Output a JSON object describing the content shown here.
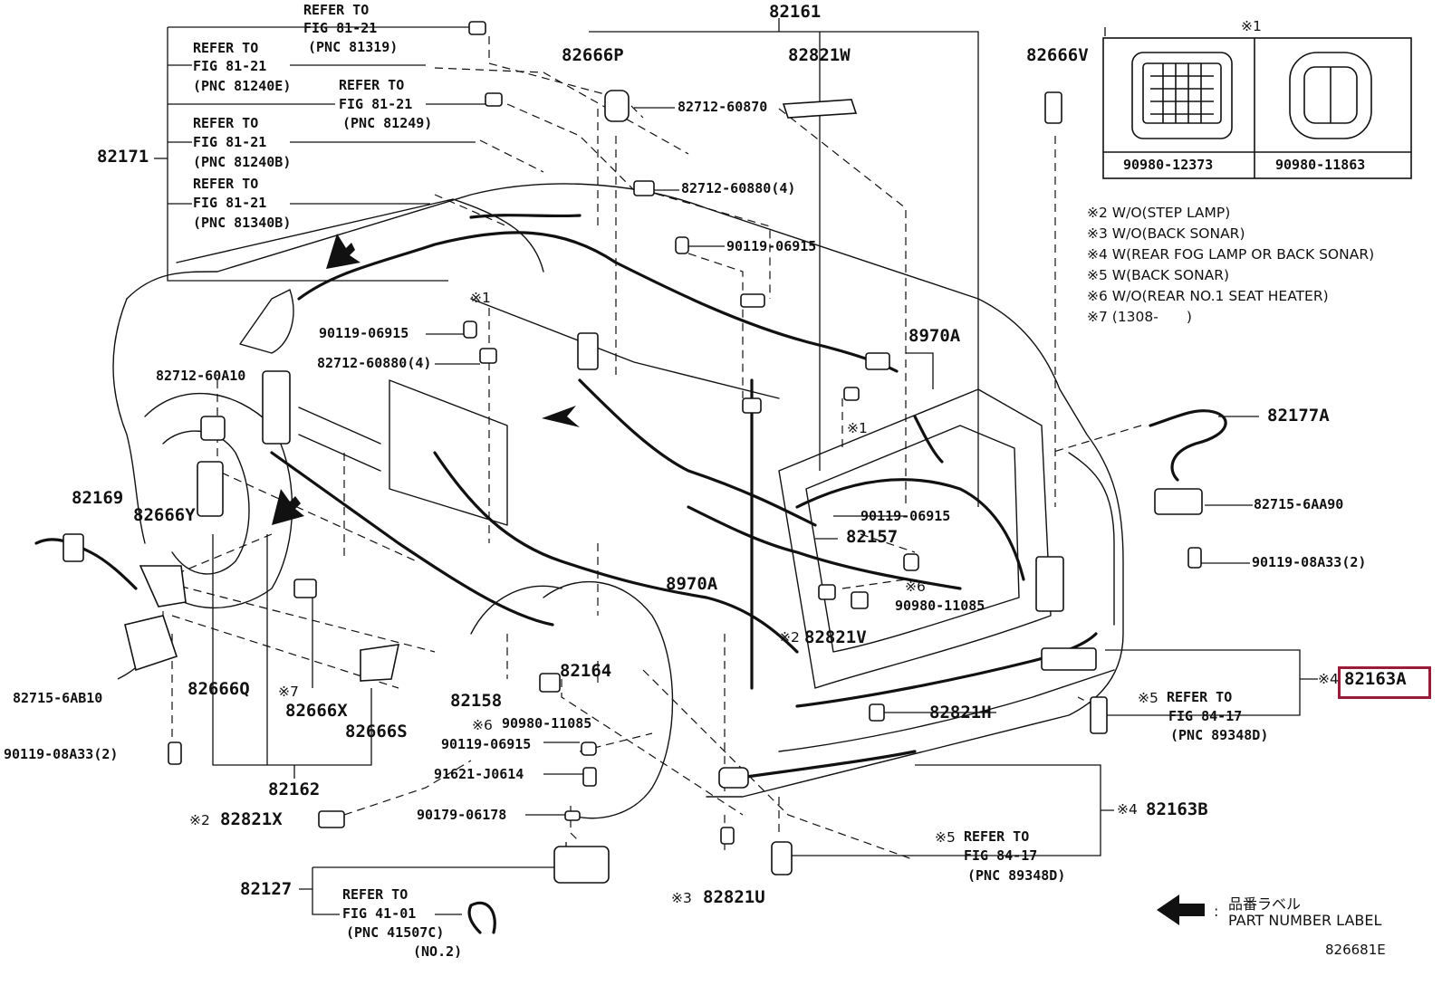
{
  "highlight_color": "#9b1b3a",
  "top_callouts": {
    "r1": {
      "a": "REFER TO",
      "b": "FIG 81-21",
      "c": "(PNC 81319)"
    },
    "r2": {
      "a": "REFER TO",
      "b": "FIG 81-21",
      "c": "(PNC 81240E)"
    },
    "r3": {
      "a": "REFER TO",
      "b": "FIG 81-21",
      "c": "(PNC 81249)"
    },
    "r4": {
      "a": "REFER TO",
      "b": "FIG 81-21",
      "c": "(PNC 81240B)"
    },
    "r5": {
      "a": "REFER TO",
      "b": "FIG 81-21",
      "c": "(PNC 81340B)"
    }
  },
  "parts": {
    "p82161": "82161",
    "p82666P": "82666P",
    "p82821W": "82821W",
    "p82666V": "82666V",
    "p82171": "82171",
    "p82712_60870": "82712-60870",
    "p82712_60880_4a": "82712-60880(4)",
    "p90119_06915a": "90119-06915",
    "p90119_06915b": "90119-06915",
    "p82712_60880_4b": "82712-60880(4)",
    "p82712_60A10": "82712-60A10",
    "p8970A_top": "8970A",
    "p82177A": "82177A",
    "p82715_6AA90": "82715-6AA90",
    "p90119_08A33_2r": "90119-08A33(2)",
    "p82169": "82169",
    "p82666Y": "82666Y",
    "p90119_06915c": "90119-06915",
    "p82157": "82157",
    "p8970A_mid": "8970A",
    "p90980_11085a": "90980-11085",
    "p82821V": "82821V",
    "p82163A": "82163A",
    "p82715_6AB10": "82715-6AB10",
    "p82666Q": "82666Q",
    "p82666X": "82666X",
    "p82666S": "82666S",
    "p82164": "82164",
    "p82158": "82158",
    "p90980_11085b": "90980-11085",
    "p82821H": "82821H",
    "p90119_08A33_2l": "90119-08A33(2)",
    "p90119_06915d": "90119-06915",
    "p91621_J0614": "91621-J0614",
    "p82162": "82162",
    "p82821X": "82821X",
    "p90179_06178": "90179-06178",
    "p82163B": "82163B",
    "p82127": "82127",
    "p82821U": "82821U"
  },
  "refs": {
    "fig84_a": {
      "a": "REFER TO",
      "b": "FIG 84-17",
      "c": "(PNC 89348D)"
    },
    "fig84_b": {
      "a": "REFER TO",
      "b": "FIG 84-17",
      "c": "(PNC 89348D)"
    },
    "fig41": {
      "a": "REFER TO",
      "b": "FIG 41-01",
      "c": "(PNC 41507C)",
      "d": "(NO.2)"
    }
  },
  "marks": {
    "m1a": "※1",
    "m1b": "※1",
    "m6a": "※6",
    "m2a": "※2",
    "m7": "※7",
    "m6b": "※6",
    "m2b": "※2",
    "m4a": "※4",
    "m5a": "※5",
    "m4b": "※4",
    "m5b": "※5",
    "m3": "※3"
  },
  "connector_box": {
    "mark": "※1",
    "left_part": "90980-12373",
    "right_part": "90980-11863"
  },
  "notes": [
    "※2 W/O(STEP LAMP)",
    "※3 W/O(BACK SONAR)",
    "※4 W(REAR FOG LAMP OR BACK SONAR)",
    "※5 W(BACK SONAR)",
    "※6 W/O(REAR NO.1 SEAT HEATER)",
    "※7 (1308-　　)"
  ],
  "legend": {
    "line1": "品番ラベル",
    "line2": "PART NUMBER LABEL",
    "colon": ":",
    "icon": "left-arrow-icon"
  },
  "figure_id": "826681E"
}
